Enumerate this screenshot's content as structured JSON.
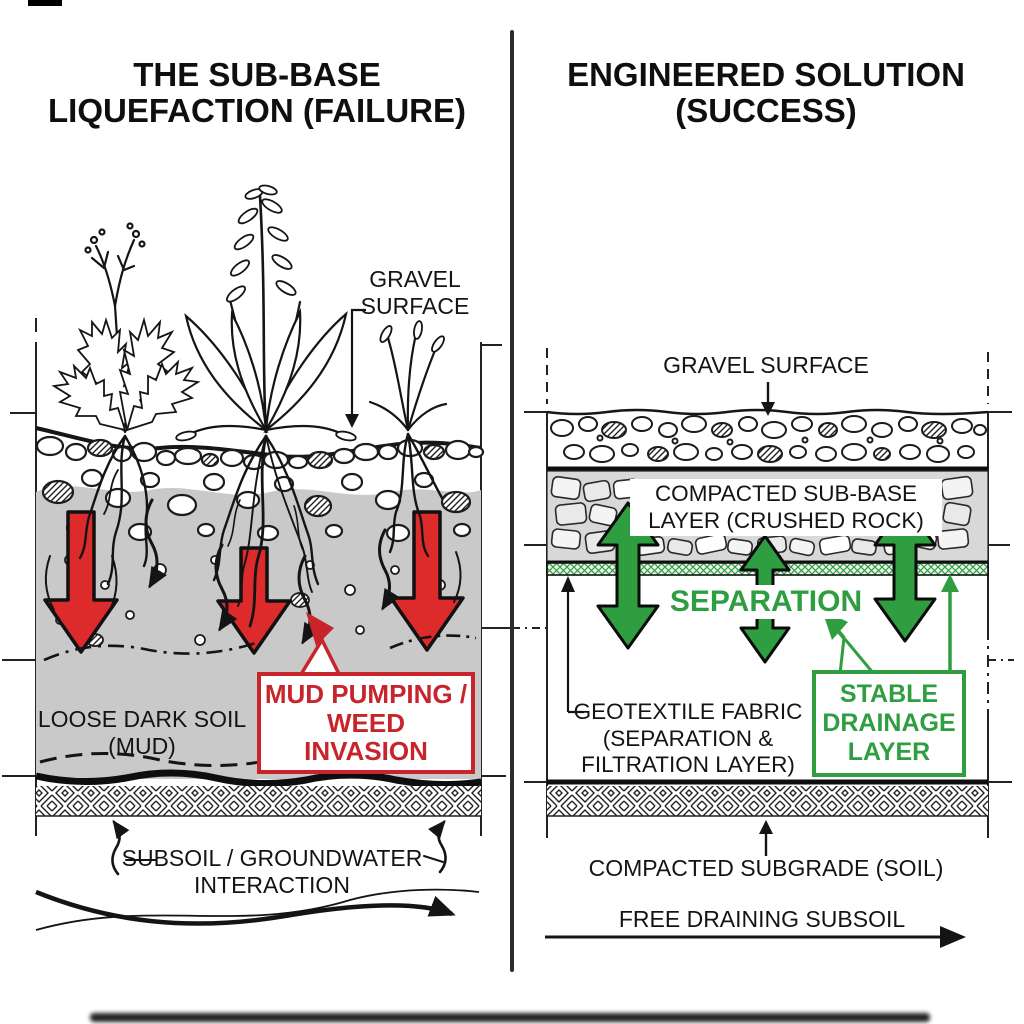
{
  "colors": {
    "red": "#c8242b",
    "red_arrow": "#dd2a2a",
    "green": "#2f9e41",
    "line": "#141414",
    "mud_gray": "#c9c9c9",
    "rock_gray": "#d8d8d8"
  },
  "left_panel": {
    "title": "THE SUB-BASE LIQUEFACTION (FAILURE)",
    "gravel_surface_label": "GRAVEL SURFACE",
    "mud_pumping_label": "MUD PUMPING / WEED INVASION",
    "loose_soil_label": "LOOSE DARK SOIL (MUD)",
    "subsoil_label": "SUBSOIL / GROUNDWATER INTERACTION"
  },
  "right_panel": {
    "title": "ENGINEERED SOLUTION (SUCCESS)",
    "gravel_surface_label": "GRAVEL SURFACE",
    "subbase_label": "COMPACTED SUB-BASE LAYER (CRUSHED ROCK)",
    "separation_label": "SEPARATION",
    "geotextile_label": "GEOTEXTILE FABRIC (SEPARATION & FILTRATION LAYER)",
    "stable_drainage_label": "STABLE DRAINAGE LAYER",
    "subgrade_label": "COMPACTED SUBGRADE (SOIL)",
    "free_draining_label": "FREE DRAINING SUBSOIL"
  }
}
